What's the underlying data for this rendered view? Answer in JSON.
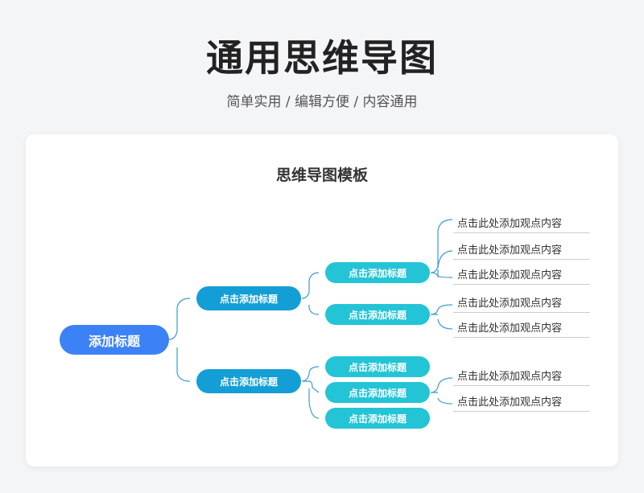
{
  "header": {
    "title": "通用思维导图",
    "subtitle": "简单实用  /  编辑方便  /  内容通用"
  },
  "card": {
    "title": "思维导图模板"
  },
  "mindmap": {
    "root": "添加标题",
    "branches": [
      {
        "label": "点击添加标题",
        "children": [
          {
            "label": "点击添加标题",
            "leaves": [
              "点击此处添加观点内容",
              "点击此处添加观点内容",
              "点击此处添加观点内容"
            ]
          },
          {
            "label": "点击添加标题",
            "leaves": [
              "点击此处添加观点内容",
              "点击此处添加观点内容"
            ]
          }
        ]
      },
      {
        "label": "点击添加标题",
        "children": [
          {
            "label": "点击添加标题",
            "leaves": []
          },
          {
            "label": "点击添加标题",
            "leaves": [
              "点击此处添加观点内容",
              "点击此处添加观点内容"
            ]
          },
          {
            "label": "点击添加标题",
            "leaves": []
          }
        ]
      }
    ]
  },
  "colors": {
    "root": "#3c82f6",
    "level1": "#139ed6",
    "level2": "#23c4d6",
    "connector": "#3c9ccf"
  }
}
